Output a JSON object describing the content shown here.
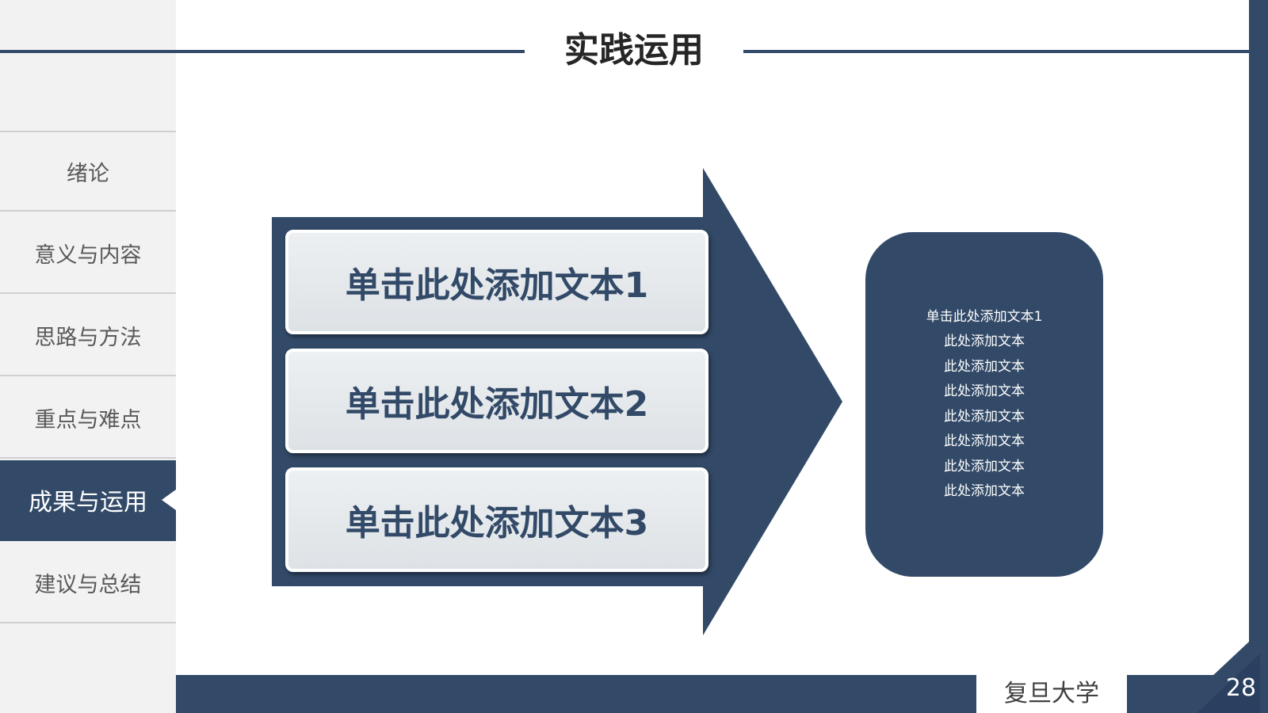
{
  "slide": {
    "title": "实践运用",
    "colors": {
      "accent": "#324a68",
      "sidebar_bg": "#f2f2f2",
      "box_bg": "#e3e7ea"
    },
    "sidebar": {
      "items": [
        {
          "label": "绪论",
          "active": false
        },
        {
          "label": "意义与内容",
          "active": false
        },
        {
          "label": "思路与方法",
          "active": false
        },
        {
          "label": "重点与难点",
          "active": false
        },
        {
          "label": "成果与运用",
          "active": true
        },
        {
          "label": "建议与总结",
          "active": false
        }
      ]
    },
    "diagram": {
      "boxes": [
        "单击此处添加文本1",
        "单击此处添加文本2",
        "单击此处添加文本3"
      ],
      "panel_lines": [
        "单击此处添加文本1",
        "此处添加文本",
        "此处添加文本",
        "此处添加文本",
        "此处添加文本",
        "此处添加文本",
        "此处添加文本",
        "此处添加文本"
      ]
    },
    "footer": {
      "organization": "复旦大学",
      "page_number": "28"
    }
  }
}
